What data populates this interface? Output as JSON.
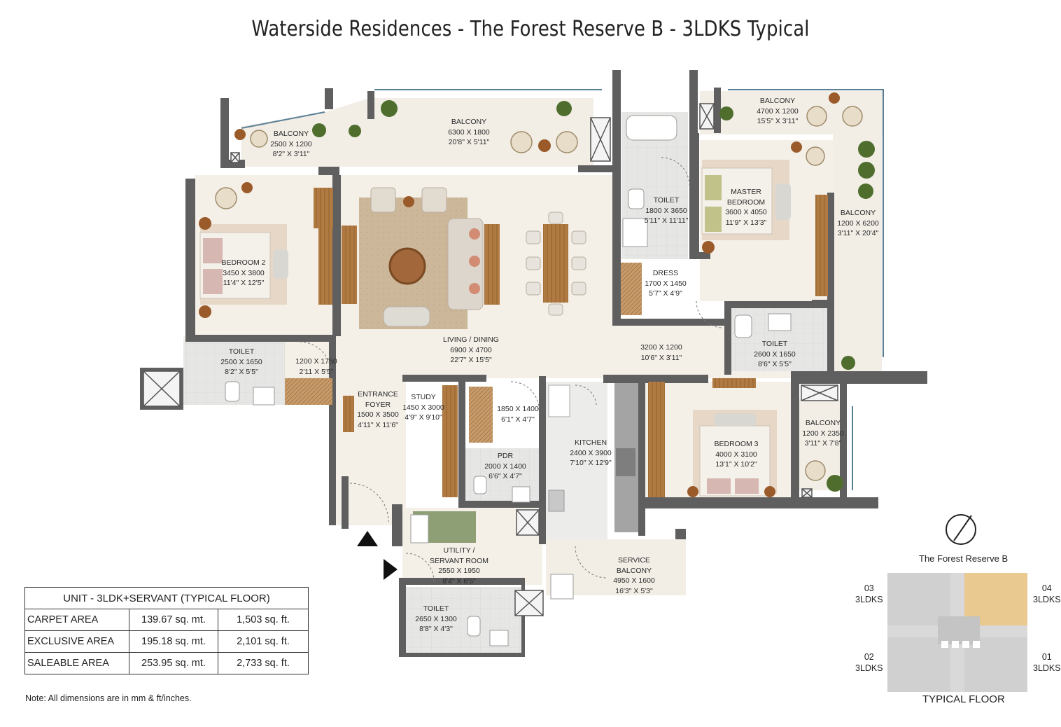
{
  "title": "Waterside Residences - The Forest Reserve B - 3LDKS Typical",
  "rooms": {
    "balcony_left": {
      "name": "BALCONY",
      "mm": "2500 X 1200",
      "ft": "8'2\" X 3'11\""
    },
    "balcony_top": {
      "name": "BALCONY",
      "mm": "6300 X 1800",
      "ft": "20'8\" X 5'11\""
    },
    "balcony_master": {
      "name": "BALCONY",
      "mm": "4700 X 1200",
      "ft": "15'5\" X 3'11\""
    },
    "balcony_right": {
      "name": "BALCONY",
      "mm": "1200 X 6200",
      "ft": "3'11\" X 20'4\""
    },
    "balcony_bed3": {
      "name": "BALCONY",
      "mm": "1200 X 2350",
      "ft": "3'11\" X 7'8\""
    },
    "toilet_master": {
      "name": "TOILET",
      "mm": "1800 X 3650",
      "ft": "5'11\" X 11'11\""
    },
    "master_bedroom": {
      "name1": "MASTER",
      "name2": "BEDROOM",
      "mm": "3600 X 4050",
      "ft": "11'9\" X 13'3\""
    },
    "dress": {
      "name": "DRESS",
      "mm": "1700 X 1450",
      "ft": "5'7\" X 4'9\""
    },
    "bedroom2": {
      "name": "BEDROOM 2",
      "mm": "3450 X 3800",
      "ft": "11'4\" X 12'5\""
    },
    "toilet_b2": {
      "name": "TOILET",
      "mm": "2500 X 1650",
      "ft": "8'2\" X 5'5\""
    },
    "passage_left": {
      "mm": "1200 X 1750",
      "ft": "2'11 X 5'5\""
    },
    "living": {
      "name": "LIVING / DINING",
      "mm": "6900 X 4700",
      "ft": "22'7\" X 15'5\""
    },
    "passage_right": {
      "mm": "3200 X 1200",
      "ft": "10'6\" X 3'11\""
    },
    "toilet_b3": {
      "name": "TOILET",
      "mm": "2600 X 1650",
      "ft": "8'6\" X 5'5\""
    },
    "foyer": {
      "name1": "ENTRANCE",
      "name2": "FOYER",
      "mm": "1500 X 3500",
      "ft": "4'11\" X 11'6\""
    },
    "study": {
      "name": "STUDY",
      "mm": "1450 X 3000",
      "ft": "4'9\" X 9'10\""
    },
    "store": {
      "mm": "1850 X 1400",
      "ft": "6'1\" X 4'7\""
    },
    "pdr": {
      "name": "PDR",
      "mm": "2000 X 1400",
      "ft": "6'6\" X 4'7\""
    },
    "kitchen": {
      "name": "KITCHEN",
      "mm": "2400 X 3900",
      "ft": "7'10\" X 12'9\""
    },
    "bedroom3": {
      "name": "BEDROOM 3",
      "mm": "4000 X 3100",
      "ft": "13'1\" X 10'2\""
    },
    "utility": {
      "name1": "UTILITY /",
      "name2": "SERVANT ROOM",
      "mm": "2550 X 1950",
      "ft": "8'4\" X 6'5\""
    },
    "service_balcony": {
      "name1": "SERVICE",
      "name2": "BALCONY",
      "mm": "4950 X 1600",
      "ft": "16'3\" X 5'3\""
    },
    "toilet_servant": {
      "name": "TOILET",
      "mm": "2650 X 1300",
      "ft": "8'8\" X 4'3\""
    }
  },
  "area_table": {
    "header": "UNIT - 3LDK+SERVANT (TYPICAL FLOOR)",
    "rows": [
      {
        "label": "CARPET AREA",
        "sqm": "139.67 sq. mt.",
        "sqft": "1,503 sq. ft."
      },
      {
        "label": "EXCLUSIVE AREA",
        "sqm": "195.18 sq. mt.",
        "sqft": "2,101 sq. ft."
      },
      {
        "label": "SALEABLE AREA",
        "sqm": "253.95 sq. mt.",
        "sqft": "2,733 sq. ft."
      }
    ]
  },
  "note": "Note: All dimensions are in mm & ft/inches.",
  "key_plan": {
    "title": "The Forest Reserve B",
    "floor": "TYPICAL FLOOR",
    "units": [
      {
        "num": "03",
        "type": "3LDKS"
      },
      {
        "num": "04",
        "type": "3LDKS"
      },
      {
        "num": "02",
        "type": "3LDKS"
      },
      {
        "num": "01",
        "type": "3LDKS"
      }
    ],
    "highlight_color": "#e9c98f"
  },
  "colors": {
    "wall": "#5f5f60",
    "floor": "#f3efe6",
    "wood": "#a9703a",
    "tile": "#dcdcdc",
    "plant": "#4f6e2e"
  }
}
